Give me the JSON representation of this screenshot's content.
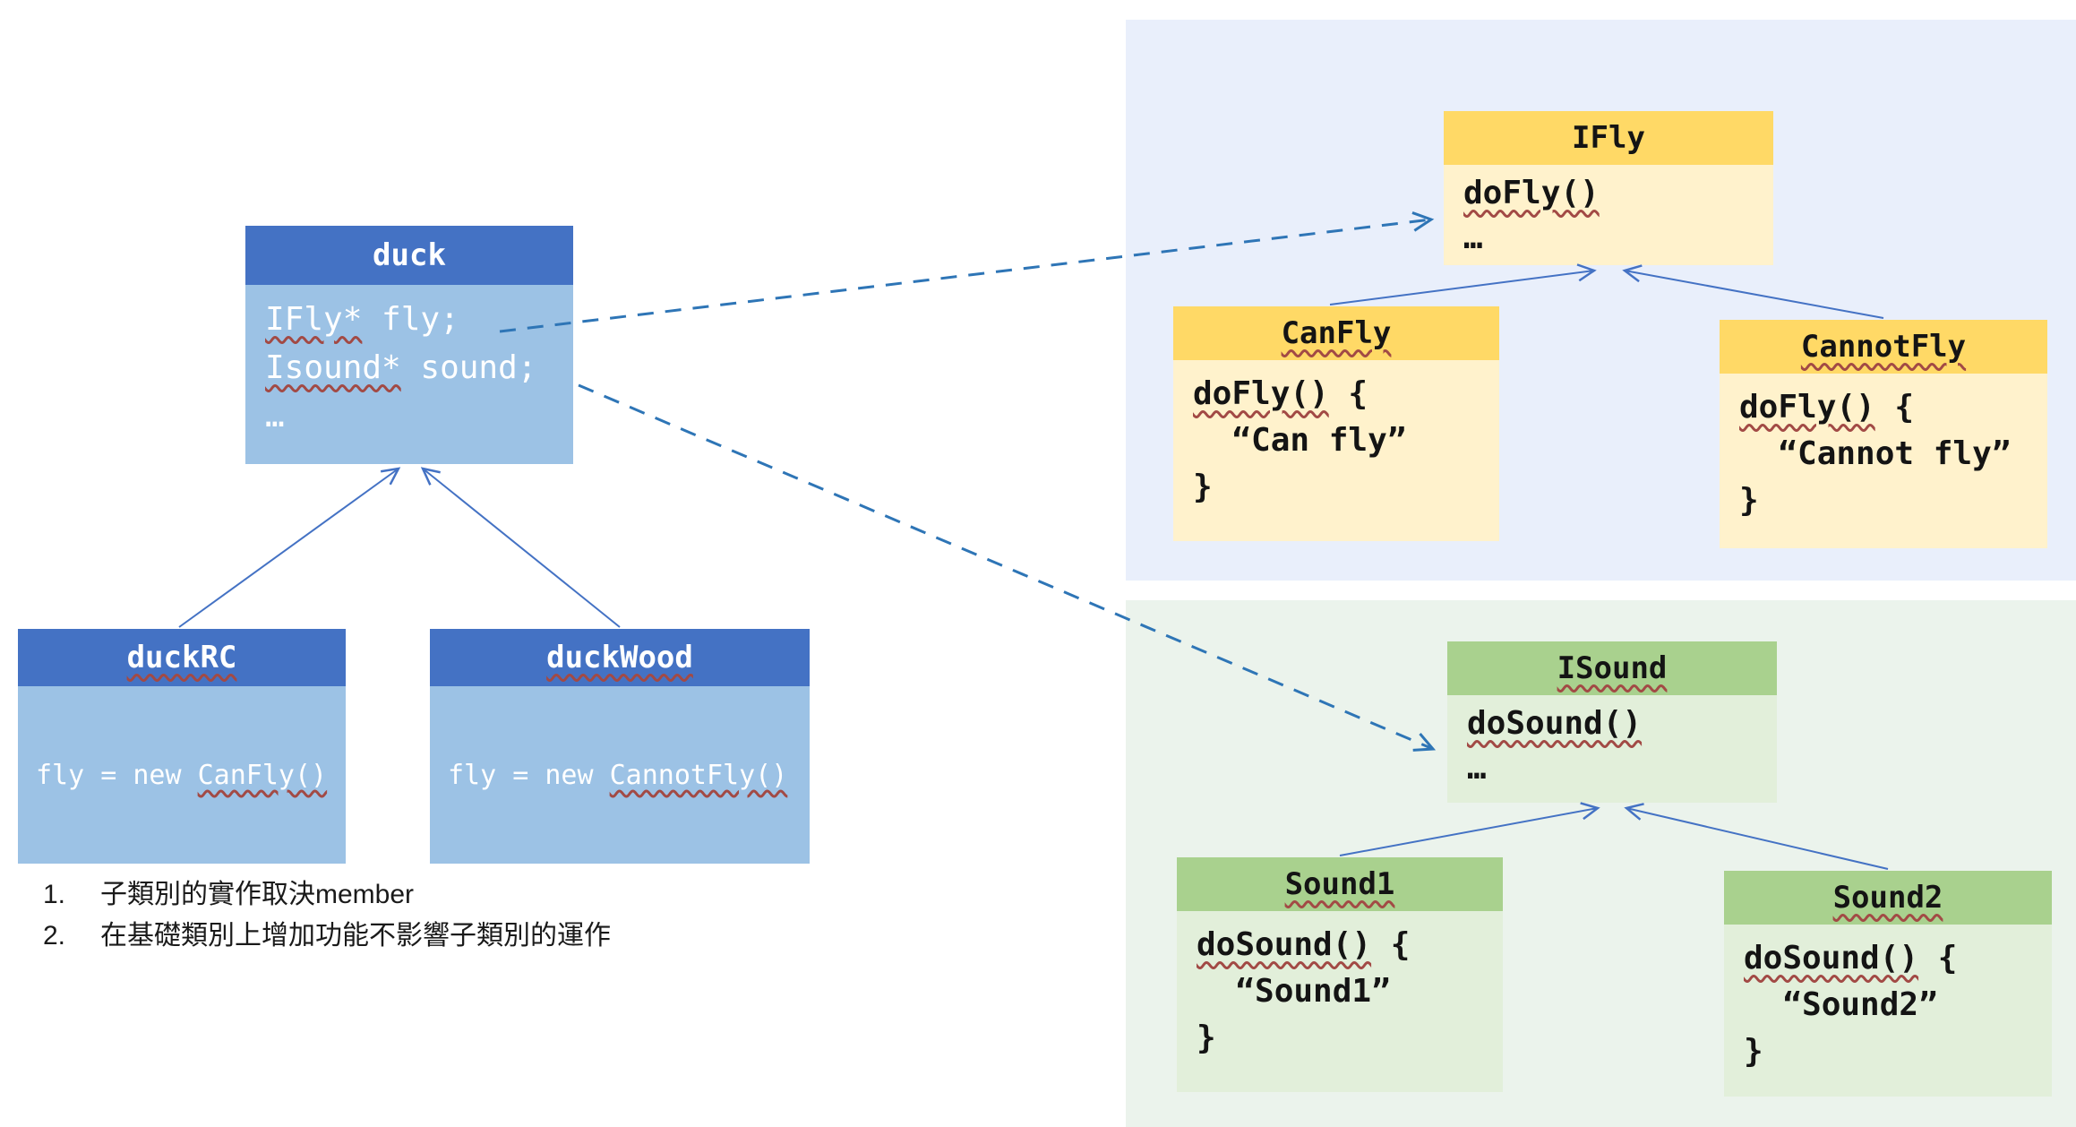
{
  "colors": {
    "blue_header": "#4472C4",
    "blue_body": "#9CC2E5",
    "yellow_header": "#FFD966",
    "yellow_body": "#FFF2CC",
    "green_header": "#A9D18E",
    "green_body": "#E2EFDA",
    "fly_panel_bg": "#E9EFFB",
    "sound_panel_bg": "#EBF3EC",
    "inherit_arrow": "#4472C4",
    "dependency_arrow": "#2E75B6",
    "squiggle": "#A24A45"
  },
  "classes": {
    "duck": {
      "title": "duck",
      "member1_type": "IFly*",
      "member1_rest": " fly;",
      "member2_type": "Isound*",
      "member2_rest": " sound;",
      "ellipsis": "…"
    },
    "duckRC": {
      "title": "duckRC",
      "body_pre": "fly = new ",
      "body_call": "CanFly()"
    },
    "duckWood": {
      "title": "duckWood",
      "body_pre": "fly = new ",
      "body_call": "CannotFly()"
    },
    "IFly": {
      "title": "IFly",
      "method": "doFly()",
      "ellipsis": "…"
    },
    "CanFly": {
      "title": "CanFly",
      "method": "doFly()",
      "open": " {",
      "string_line": "  “Can fly”",
      "close": "}"
    },
    "CannotFly": {
      "title": "CannotFly",
      "method": "doFly()",
      "open": " {",
      "string_line": "  “Cannot fly”",
      "close": "}"
    },
    "ISound": {
      "title": "ISound",
      "method": "doSound()",
      "ellipsis": "…"
    },
    "Sound1": {
      "title": "Sound1",
      "method": "doSound()",
      "open": " {",
      "string_line": "  “Sound1”",
      "close": "}"
    },
    "Sound2": {
      "title": "Sound2",
      "method": "doSound()",
      "open": " {",
      "string_line": "  “Sound2”",
      "close": "}"
    }
  },
  "notes": {
    "items": [
      {
        "num": "1.",
        "text": "子類別的實作取決member"
      },
      {
        "num": "2.",
        "text": "在基礎類別上增加功能不影響子類別的運作"
      }
    ]
  }
}
